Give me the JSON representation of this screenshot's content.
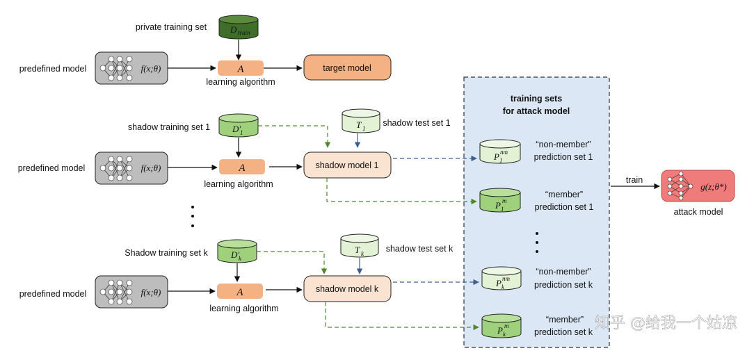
{
  "labels": {
    "private_training_set": "private training set",
    "d_train": "D",
    "d_train_sub": "train",
    "predefined_model": "predefined model",
    "f_text": "f(x;θ)",
    "algo_symbol": "A",
    "learning_algorithm": "learning algorithm",
    "target_model": "target model",
    "shadow_training_set_1": "shadow training set 1",
    "shadow_training_set_k": "Shadow training set k",
    "shadow_test_set_1": "shadow test set 1",
    "shadow_test_set_k": "shadow test set k",
    "shadow_model_1": "shadow model 1",
    "shadow_model_k": "shadow model k",
    "d_prime": "D′",
    "t_symbol": "T",
    "sub_1": "1",
    "sub_k": "k",
    "p_symbol": "P",
    "sup_nm": "nm",
    "sup_m": "m",
    "panel_title_1": "training sets",
    "panel_title_2": "for attack model",
    "non_member": "“non-member”",
    "member": "“member”",
    "prediction_set_1": "prediction set 1",
    "prediction_set_k": "prediction set k",
    "train": "train",
    "attack_model": "attack model",
    "g_text": "g(z;θ*)"
  },
  "watermark": "知乎 @给我一个姑凉",
  "colors": {
    "dark_green": "#3f6d2a",
    "light_green": "#9fd07c",
    "pale_green": "#e3f1d5",
    "orange": "#f4b183",
    "peach": "#fbe3d2",
    "panel_blue": "#dbe7f4",
    "attack_red": "#f07b7b",
    "gray_box": "#bdbdbd"
  }
}
